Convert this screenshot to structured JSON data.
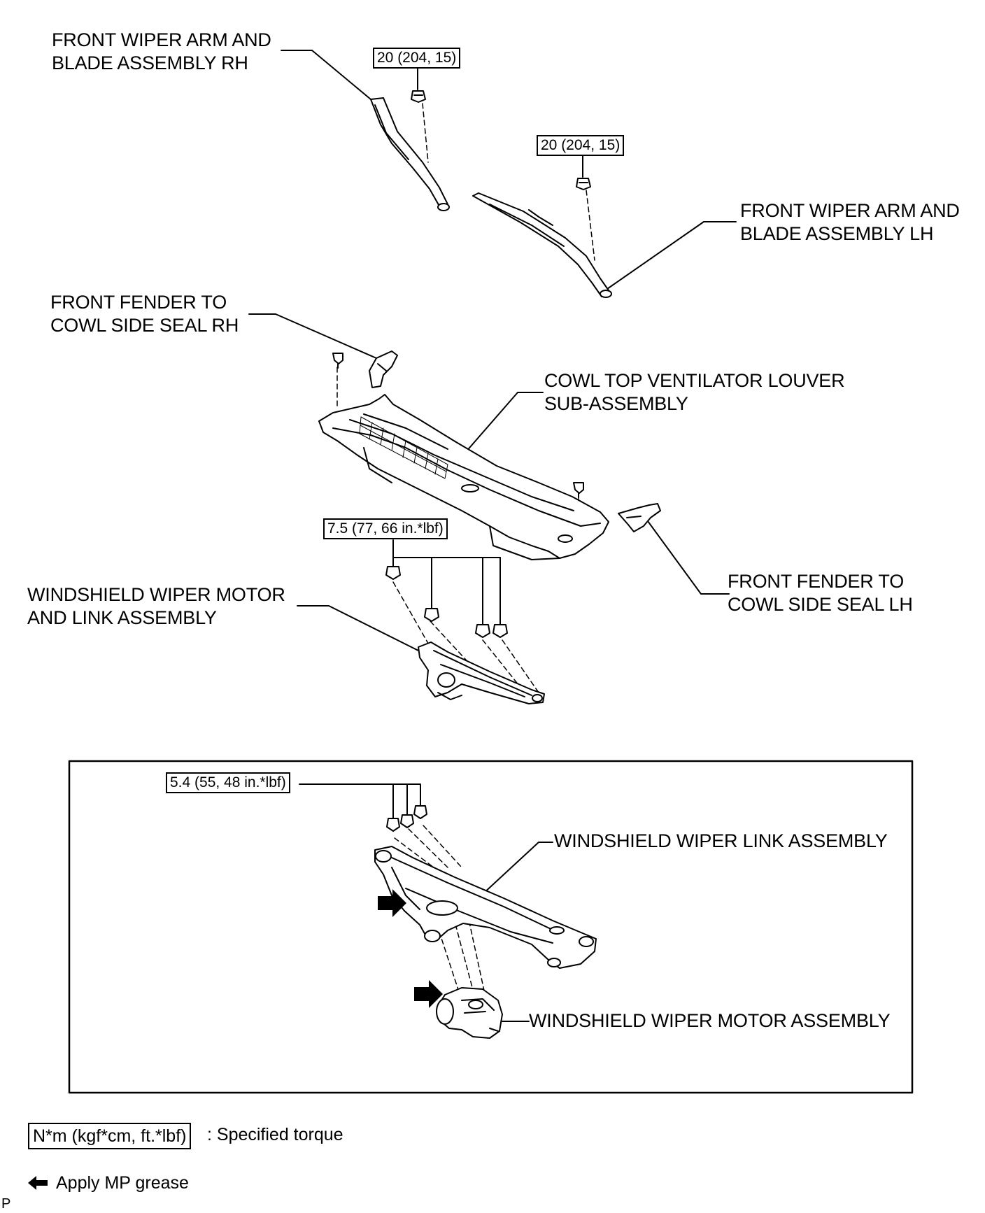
{
  "labels": {
    "wiper_arm_rh": [
      "FRONT WIPER ARM AND",
      "BLADE ASSEMBLY RH"
    ],
    "wiper_arm_lh": [
      "FRONT WIPER ARM AND",
      "BLADE ASSEMBLY LH"
    ],
    "fender_seal_rh": [
      "FRONT FENDER TO",
      "COWL SIDE SEAL RH"
    ],
    "cowl_louver": [
      "COWL TOP VENTILATOR LOUVER",
      "SUB-ASSEMBLY"
    ],
    "motor_link": [
      "WINDSHIELD WIPER MOTOR",
      "AND LINK ASSEMBLY"
    ],
    "fender_seal_lh": [
      "FRONT FENDER TO",
      "COWL SIDE SEAL LH"
    ],
    "wiper_link": "WINDSHIELD WIPER LINK ASSEMBLY",
    "wiper_motor": "WINDSHIELD WIPER MOTOR ASSEMBLY"
  },
  "torques": {
    "arm_rh": "20 (204, 15)",
    "arm_lh": "20 (204, 15)",
    "motor_link": "7.5 (77, 66 in.*lbf)",
    "link_detail": "5.4 (55, 48 in.*lbf)"
  },
  "legend": {
    "torque_unit": "N*m (kgf*cm, ft.*lbf)",
    "torque_desc": ": Specified torque",
    "grease_desc": "Apply MP grease"
  },
  "corner_mark": "P"
}
